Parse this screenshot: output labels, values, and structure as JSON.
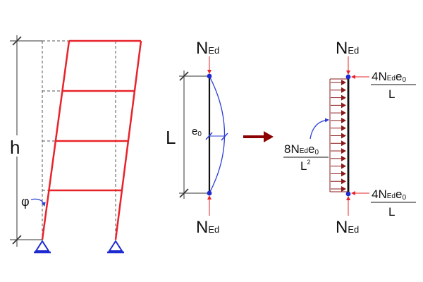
{
  "colors": {
    "frame": "#e8232a",
    "load_arrows": "#8b1a1a",
    "transform_arrow": "#8b0000",
    "node": "#1f2bd0",
    "curve": "#2b3ed6",
    "dim": "#333333",
    "dashed": "#555555"
  },
  "frame": {
    "height_label": "h",
    "angle_label": "φ"
  },
  "column": {
    "top_load": {
      "main": "N",
      "sub": "Ed"
    },
    "bottom_load": {
      "main": "N",
      "sub": "Ed"
    },
    "length_label": "L",
    "eccentricity": {
      "main": "e",
      "sub": "0"
    }
  },
  "equivalent": {
    "top_load": {
      "main": "N",
      "sub": "Ed"
    },
    "bottom_load": {
      "main": "N",
      "sub": "Ed"
    },
    "end_force_top": {
      "coef": "4",
      "main": "N",
      "sub": "Ed",
      "ecc": "e",
      "ecc_sub": "0",
      "den": "L"
    },
    "end_force_bottom": {
      "coef": "4",
      "main": "N",
      "sub": "Ed",
      "ecc": "e",
      "ecc_sub": "0",
      "den": "L"
    },
    "distributed": {
      "coef": "8",
      "main": "N",
      "sub": "Ed",
      "ecc": "e",
      "ecc_sub": "0",
      "den": "L",
      "den_sup": "2"
    }
  }
}
